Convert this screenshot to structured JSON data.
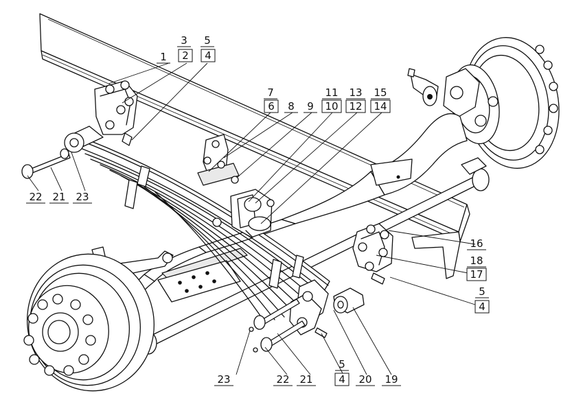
{
  "callouts": [
    {
      "id": "c1",
      "label": "1",
      "boxed": false
    },
    {
      "id": "c2",
      "label": "2",
      "boxed": true
    },
    {
      "id": "c3",
      "label": "3",
      "boxed": false
    },
    {
      "id": "c4a",
      "label": "4",
      "boxed": true
    },
    {
      "id": "c5a",
      "label": "5",
      "boxed": false
    },
    {
      "id": "c6",
      "label": "6",
      "boxed": true
    },
    {
      "id": "c7",
      "label": "7",
      "boxed": false
    },
    {
      "id": "c8",
      "label": "8",
      "boxed": false
    },
    {
      "id": "c9",
      "label": "9",
      "boxed": false
    },
    {
      "id": "c10",
      "label": "10",
      "boxed": true
    },
    {
      "id": "c11",
      "label": "11",
      "boxed": false
    },
    {
      "id": "c12",
      "label": "12",
      "boxed": true
    },
    {
      "id": "c13",
      "label": "13",
      "boxed": false
    },
    {
      "id": "c14",
      "label": "14",
      "boxed": true
    },
    {
      "id": "c15",
      "label": "15",
      "boxed": false
    },
    {
      "id": "c16",
      "label": "16",
      "boxed": false
    },
    {
      "id": "c17",
      "label": "17",
      "boxed": true
    },
    {
      "id": "c18",
      "label": "18",
      "boxed": false
    },
    {
      "id": "c5b",
      "label": "5",
      "boxed": false
    },
    {
      "id": "c4b",
      "label": "4",
      "boxed": true
    },
    {
      "id": "c22a",
      "label": "22",
      "boxed": false
    },
    {
      "id": "c21a",
      "label": "21",
      "boxed": false
    },
    {
      "id": "c23a",
      "label": "23",
      "boxed": false
    },
    {
      "id": "c23b",
      "label": "23",
      "boxed": false
    },
    {
      "id": "c22b",
      "label": "22",
      "boxed": false
    },
    {
      "id": "c21b",
      "label": "21",
      "boxed": false
    },
    {
      "id": "c5c",
      "label": "5",
      "boxed": false
    },
    {
      "id": "c4c",
      "label": "4",
      "boxed": true
    },
    {
      "id": "c20",
      "label": "20",
      "boxed": false
    },
    {
      "id": "c19",
      "label": "19",
      "boxed": false
    }
  ]
}
